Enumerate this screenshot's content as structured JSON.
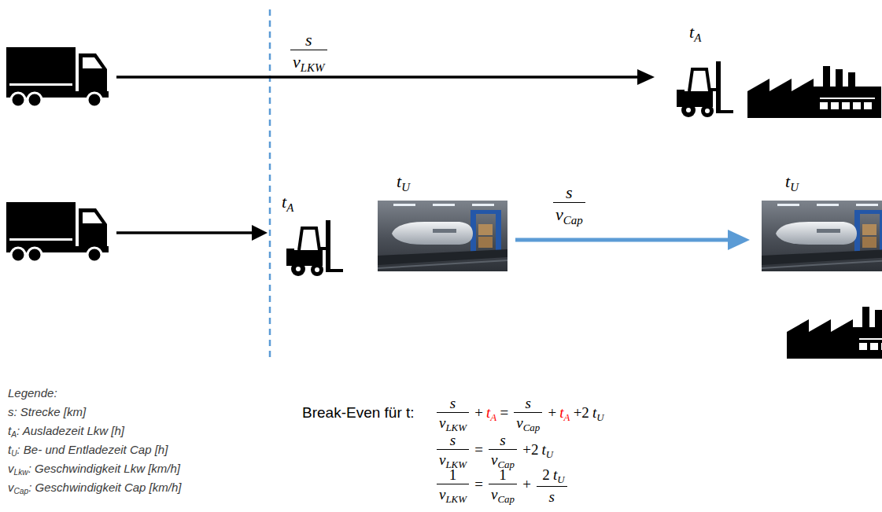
{
  "diagram": {
    "labels": [
      "s",
      "v",
      "LKW",
      "t",
      "A",
      "t",
      "U",
      "s",
      "v",
      "Cap",
      "t",
      "U",
      "t",
      "A",
      "Legende:",
      "s: Strecke [km]",
      "t",
      "A",
      ": Ausladezeit Lkw [h]",
      "t",
      "U",
      ": Be- und Entladezeit Cap [h]",
      "v",
      "Lkw",
      ": Geschwindigkeit Lkw [km/h]",
      "v",
      "Cap",
      ": Geschwindigkeit Cap [km/h]",
      "Break-Even für t:",
      "s",
      "v",
      "LKW",
      "+",
      "t",
      "A",
      "=",
      "s",
      "v",
      "Cap",
      "+",
      "t",
      "A",
      "+2",
      "t",
      "U",
      "s",
      "v",
      "LKW",
      "=",
      "s",
      "v",
      "Cap",
      "+2",
      "t",
      "U",
      "1",
      "v",
      "LKW",
      "=",
      "1",
      "v",
      "Cap",
      "+",
      "2",
      "t",
      "U",
      "s"
    ]
  }
}
